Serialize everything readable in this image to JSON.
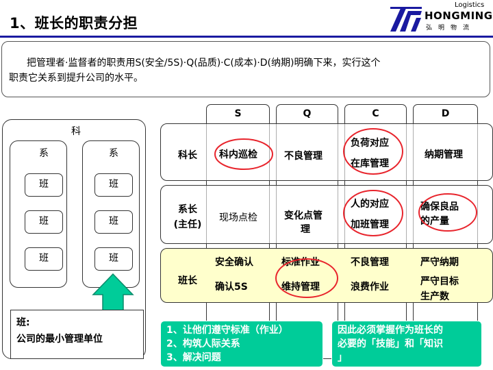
{
  "header": {
    "title": "1、班长的职责分担",
    "logo": {
      "top": "Logistics",
      "main": "HONGMING",
      "sub": "弘明物流"
    }
  },
  "intro": {
    "line1": "把管理者·监督者的职责用S(安全/5S)·Q(品质)·C(成本)·D(纳期)明确下来，实行这个",
    "line2": "职责它关系到提升公司的水平。"
  },
  "columns": [
    "S",
    "Q",
    "C",
    "D"
  ],
  "org": {
    "top_label": "科",
    "sub_labels": [
      "系",
      "系"
    ],
    "ban_label": "班",
    "ban_desc_line1": "班:",
    "ban_desc_line2": "公司的最小管理单位"
  },
  "rows": [
    {
      "label": "科长",
      "cells": [
        {
          "lines": [
            "科内巡检"
          ]
        },
        {
          "lines": [
            "不良管理"
          ]
        },
        {
          "lines": [
            "负荷对应",
            "在库管理"
          ]
        },
        {
          "lines": [
            "纳期管理"
          ]
        }
      ]
    },
    {
      "label_lines": [
        "系长",
        "(主任)"
      ],
      "cells": [
        {
          "lines": [
            "现场点检"
          ]
        },
        {
          "lines": [
            "变化点管",
            "理"
          ]
        },
        {
          "lines": [
            "人的对应",
            "加班管理"
          ]
        },
        {
          "lines": [
            "确保良品",
            "的产量"
          ]
        }
      ]
    },
    {
      "label": "班长",
      "cells": [
        {
          "lines": [
            "安全确认",
            "确认5S"
          ]
        },
        {
          "lines": [
            "标准作业",
            "维持管理"
          ]
        },
        {
          "lines": [
            "不良管理",
            "浪费作业"
          ]
        },
        {
          "lines": [
            "严守纳期",
            "严守目标",
            "生产数"
          ]
        }
      ]
    }
  ],
  "bottom_left": {
    "items": [
      "1、让他们遵守标准（作业）",
      "2、构筑人际关系",
      "3、解决问题"
    ]
  },
  "bottom_right": {
    "lines": [
      "因此必须掌握作为班长的",
      "必要的「技能」和「知识",
      "」"
    ]
  },
  "colors": {
    "green": "#00cc99",
    "yellow": "#ffffcc",
    "circle_red": "#e8242c",
    "title_rule": "#1a1aa0"
  }
}
